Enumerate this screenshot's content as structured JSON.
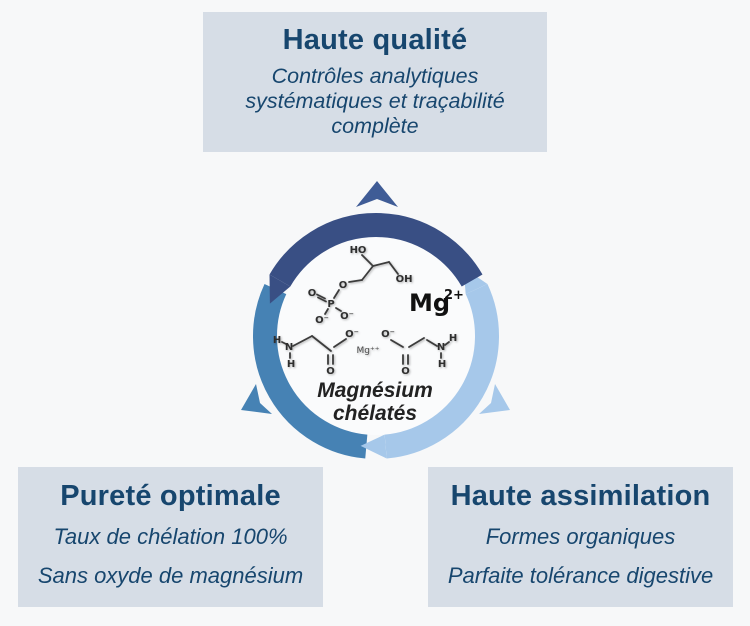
{
  "colors": {
    "page_bg": "#f7f8f9",
    "card_bg": "#d6dde6",
    "card_text": "#17466e",
    "arc_navy": "#394f84",
    "tri_navy": "#3f5c96",
    "arc_steel": "#4682b4",
    "arc_light": "#a6c8ea",
    "inner_circle": "#fafbfc"
  },
  "cards": {
    "quality": {
      "title": "Haute qualité",
      "subtitle": "Contrôles analytiques systématiques et traçabilité complète"
    },
    "purity": {
      "title": "Pureté optimale",
      "line1": "Taux de chélation 100%",
      "line2": "Sans oxyde de magnésium"
    },
    "assimilation": {
      "title": "Haute assimilation",
      "line1": "Formes organiques",
      "line2": "Parfaite tolérance digestive"
    }
  },
  "diagram": {
    "caption": {
      "line1": "Magnésium",
      "line2": "chélatés"
    },
    "mg_ion": {
      "element": "Mg",
      "charge": "2+"
    },
    "glycerophosphate": {
      "ho": "HO",
      "oh": "OH",
      "ester_o": "O",
      "p": "P",
      "dbl_o": "O",
      "o_minus_left": "O⁻",
      "o_minus_right": "O⁻"
    },
    "bisglycinate": {
      "h1": "H",
      "n_left": "N",
      "h2": "H",
      "o_minus_left": "O⁻",
      "o_left": "O",
      "mg": "Mg⁺⁺",
      "o_minus_right": "O⁻",
      "o_right": "O",
      "n_right": "N",
      "h3": "H",
      "h4": "H"
    }
  }
}
